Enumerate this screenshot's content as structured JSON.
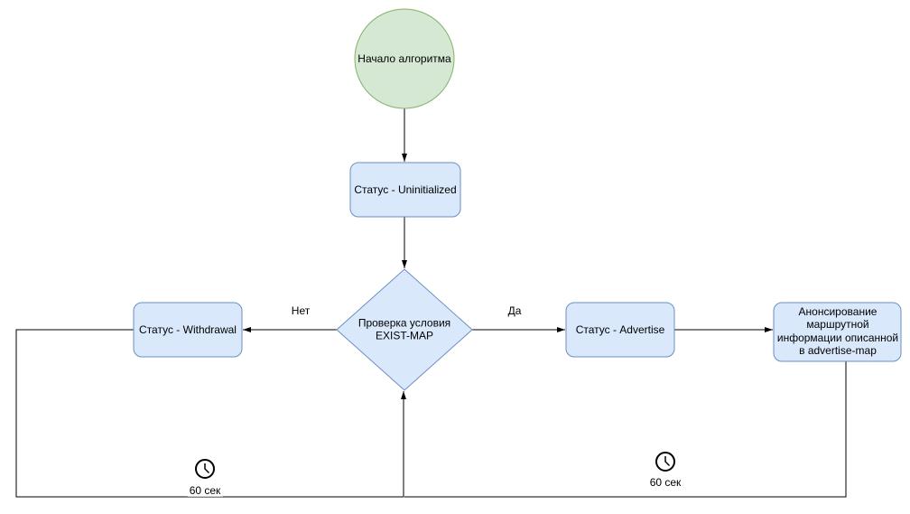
{
  "diagram": {
    "nodes": {
      "start": {
        "label": "Начало алгоритма",
        "shape": "circle"
      },
      "status_uninitialized": {
        "label": "Статус - Uninitialized",
        "shape": "rounded-rect"
      },
      "check_exist_map": {
        "shape": "diamond",
        "lines": [
          "Проверка условия",
          "EXIST-MAP"
        ]
      },
      "status_withdrawal": {
        "label": "Статус - Withdrawal",
        "shape": "rounded-rect"
      },
      "status_advertise": {
        "label": "Статус - Advertise",
        "shape": "rounded-rect"
      },
      "announce_advertise_map": {
        "shape": "rounded-rect",
        "lines": [
          "Анонсирование",
          "маршрутной",
          "информации описанной",
          "в advertise-map"
        ]
      }
    },
    "edge_labels": {
      "no": "Нет",
      "yes": "Да",
      "timer_left": "60 сек",
      "timer_right": "60 сек"
    },
    "colors": {
      "start_fill": "#d5e8d4",
      "start_border": "#82b366",
      "node_fill": "#dae8fc",
      "node_border": "#6c8ebf",
      "line": "#000000",
      "background": "#ffffff"
    }
  }
}
